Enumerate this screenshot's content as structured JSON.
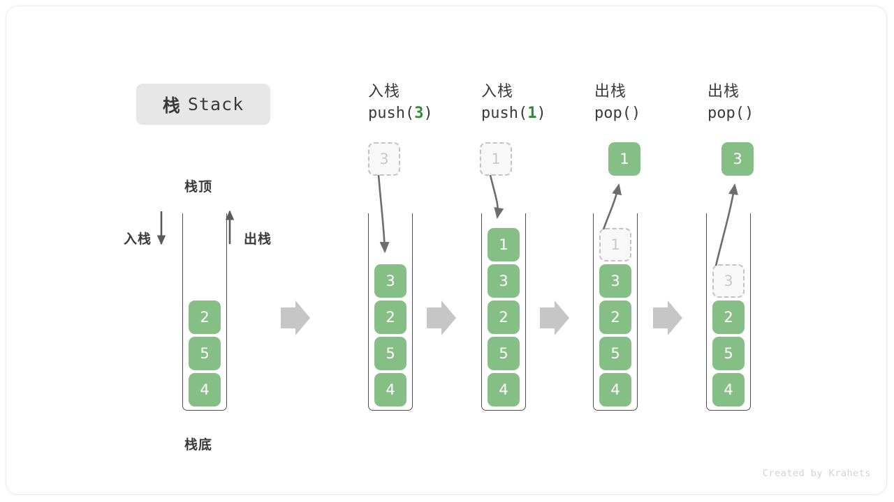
{
  "title": {
    "cn": "栈",
    "en": "Stack"
  },
  "legend": {
    "top_label": "栈顶",
    "bottom_label": "栈底",
    "push_label": "入栈",
    "pop_label": "出栈"
  },
  "initial_stack": {
    "cells": [
      "2",
      "5",
      "4"
    ]
  },
  "steps": [
    {
      "op_cn": "入栈",
      "op_code_prefix": "push(",
      "op_arg": "3",
      "op_code_suffix": ")",
      "float_cell": {
        "value": "3",
        "style": "ghost"
      },
      "arrow": "down",
      "cells": [
        {
          "value": "3",
          "style": "filled"
        },
        {
          "value": "2",
          "style": "filled"
        },
        {
          "value": "5",
          "style": "filled"
        },
        {
          "value": "4",
          "style": "filled"
        }
      ]
    },
    {
      "op_cn": "入栈",
      "op_code_prefix": "push(",
      "op_arg": "1",
      "op_code_suffix": ")",
      "float_cell": {
        "value": "1",
        "style": "ghost"
      },
      "arrow": "down",
      "cells": [
        {
          "value": "1",
          "style": "filled"
        },
        {
          "value": "3",
          "style": "filled"
        },
        {
          "value": "2",
          "style": "filled"
        },
        {
          "value": "5",
          "style": "filled"
        },
        {
          "value": "4",
          "style": "filled"
        }
      ]
    },
    {
      "op_cn": "出栈",
      "op_code_prefix": "pop(",
      "op_arg": "",
      "op_code_suffix": ")",
      "float_cell": {
        "value": "1",
        "style": "filled"
      },
      "arrow": "up",
      "cells": [
        {
          "value": "1",
          "style": "ghost"
        },
        {
          "value": "3",
          "style": "filled"
        },
        {
          "value": "2",
          "style": "filled"
        },
        {
          "value": "5",
          "style": "filled"
        },
        {
          "value": "4",
          "style": "filled"
        }
      ]
    },
    {
      "op_cn": "出栈",
      "op_code_prefix": "pop(",
      "op_arg": "",
      "op_code_suffix": ")",
      "float_cell": {
        "value": "3",
        "style": "filled"
      },
      "arrow": "up",
      "cells": [
        {
          "value": "3",
          "style": "ghost"
        },
        {
          "value": "2",
          "style": "filled"
        },
        {
          "value": "5",
          "style": "filled"
        },
        {
          "value": "4",
          "style": "filled"
        }
      ]
    }
  ],
  "credit": "Created by Krahets",
  "colors": {
    "cell_green": "#86bf86",
    "ghost_fill": "#f8f8f8",
    "ghost_border": "#c2c2c2",
    "text_dark": "#3a3a3a",
    "arrow_gray": "#6d6d6d",
    "block_arrow_gray": "#c6c6c6",
    "badge_bg": "#e7e7e7",
    "accent_green": "#2e8b3a"
  }
}
